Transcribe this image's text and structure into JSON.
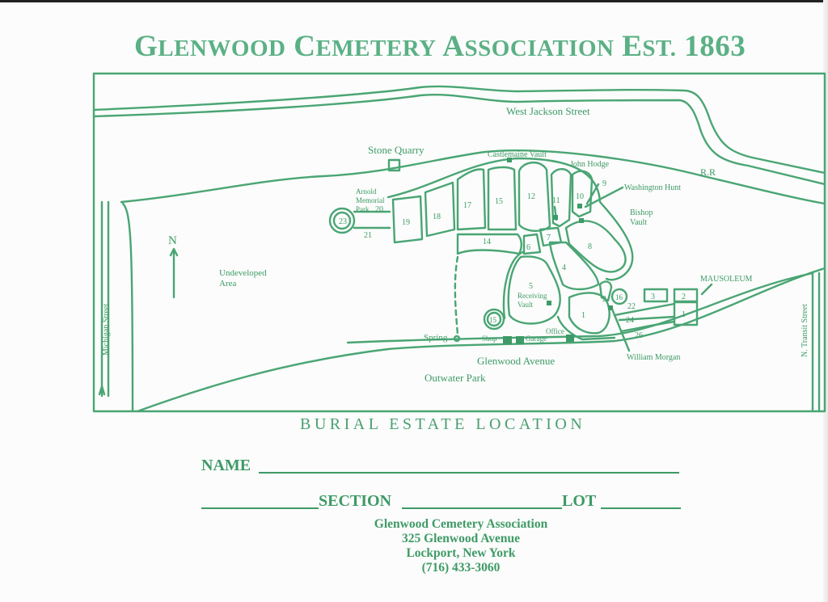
{
  "title": {
    "main": "Glenwood Cemetery Association Est. 1863"
  },
  "map": {
    "streets": {
      "west_jackson": "West Jackson Street",
      "michigan": "Michigan Street",
      "transit": "N. Transit Street",
      "glenwood": "Glenwood Avenue",
      "railroad": "R.R"
    },
    "areas": {
      "stone_quarry": "Stone Quarry",
      "undeveloped": [
        "Undeveloped",
        "Area"
      ],
      "arnold_memorial_park": [
        "Arnold",
        "Memorial",
        "Park"
      ],
      "bishop_vault": [
        "Bishop",
        "Vault"
      ],
      "receiving_vault": [
        "Receiving",
        "Vault"
      ],
      "outwater_park": "Outwater Park"
    },
    "landmarks": {
      "castlemaine_vault": "Castlemaine Vault",
      "john_hodge": "John Hodge",
      "washington_hunt": "Washington Hunt",
      "william_morgan": "William Morgan",
      "mausoleum": "MAUSOLEUM",
      "spring": "Spring",
      "shop": "Shop",
      "garage": "Garage",
      "office": "Office"
    },
    "north": "N",
    "sections": [
      "1",
      "2",
      "3",
      "4",
      "5",
      "6",
      "7",
      "8",
      "9",
      "10",
      "11",
      "12",
      "14",
      "15",
      "16",
      "17",
      "18",
      "19",
      "20",
      "21",
      "22",
      "23",
      "24",
      "26"
    ],
    "mausoleum_boxes": [
      "3",
      "2",
      "1"
    ]
  },
  "heading": "BURIAL ESTATE LOCATION",
  "form": {
    "name_label": "NAME",
    "section_label": "SECTION",
    "lot_label": "LOT"
  },
  "address": {
    "org": "Glenwood Cemetery Association",
    "street": "325 Glenwood Avenue",
    "city": "Lockport, New York",
    "phone": "(716) 433-3060"
  },
  "colors": {
    "ink": "#3e9a66",
    "title": "#5bb085",
    "paper": "#fbfcfb"
  }
}
